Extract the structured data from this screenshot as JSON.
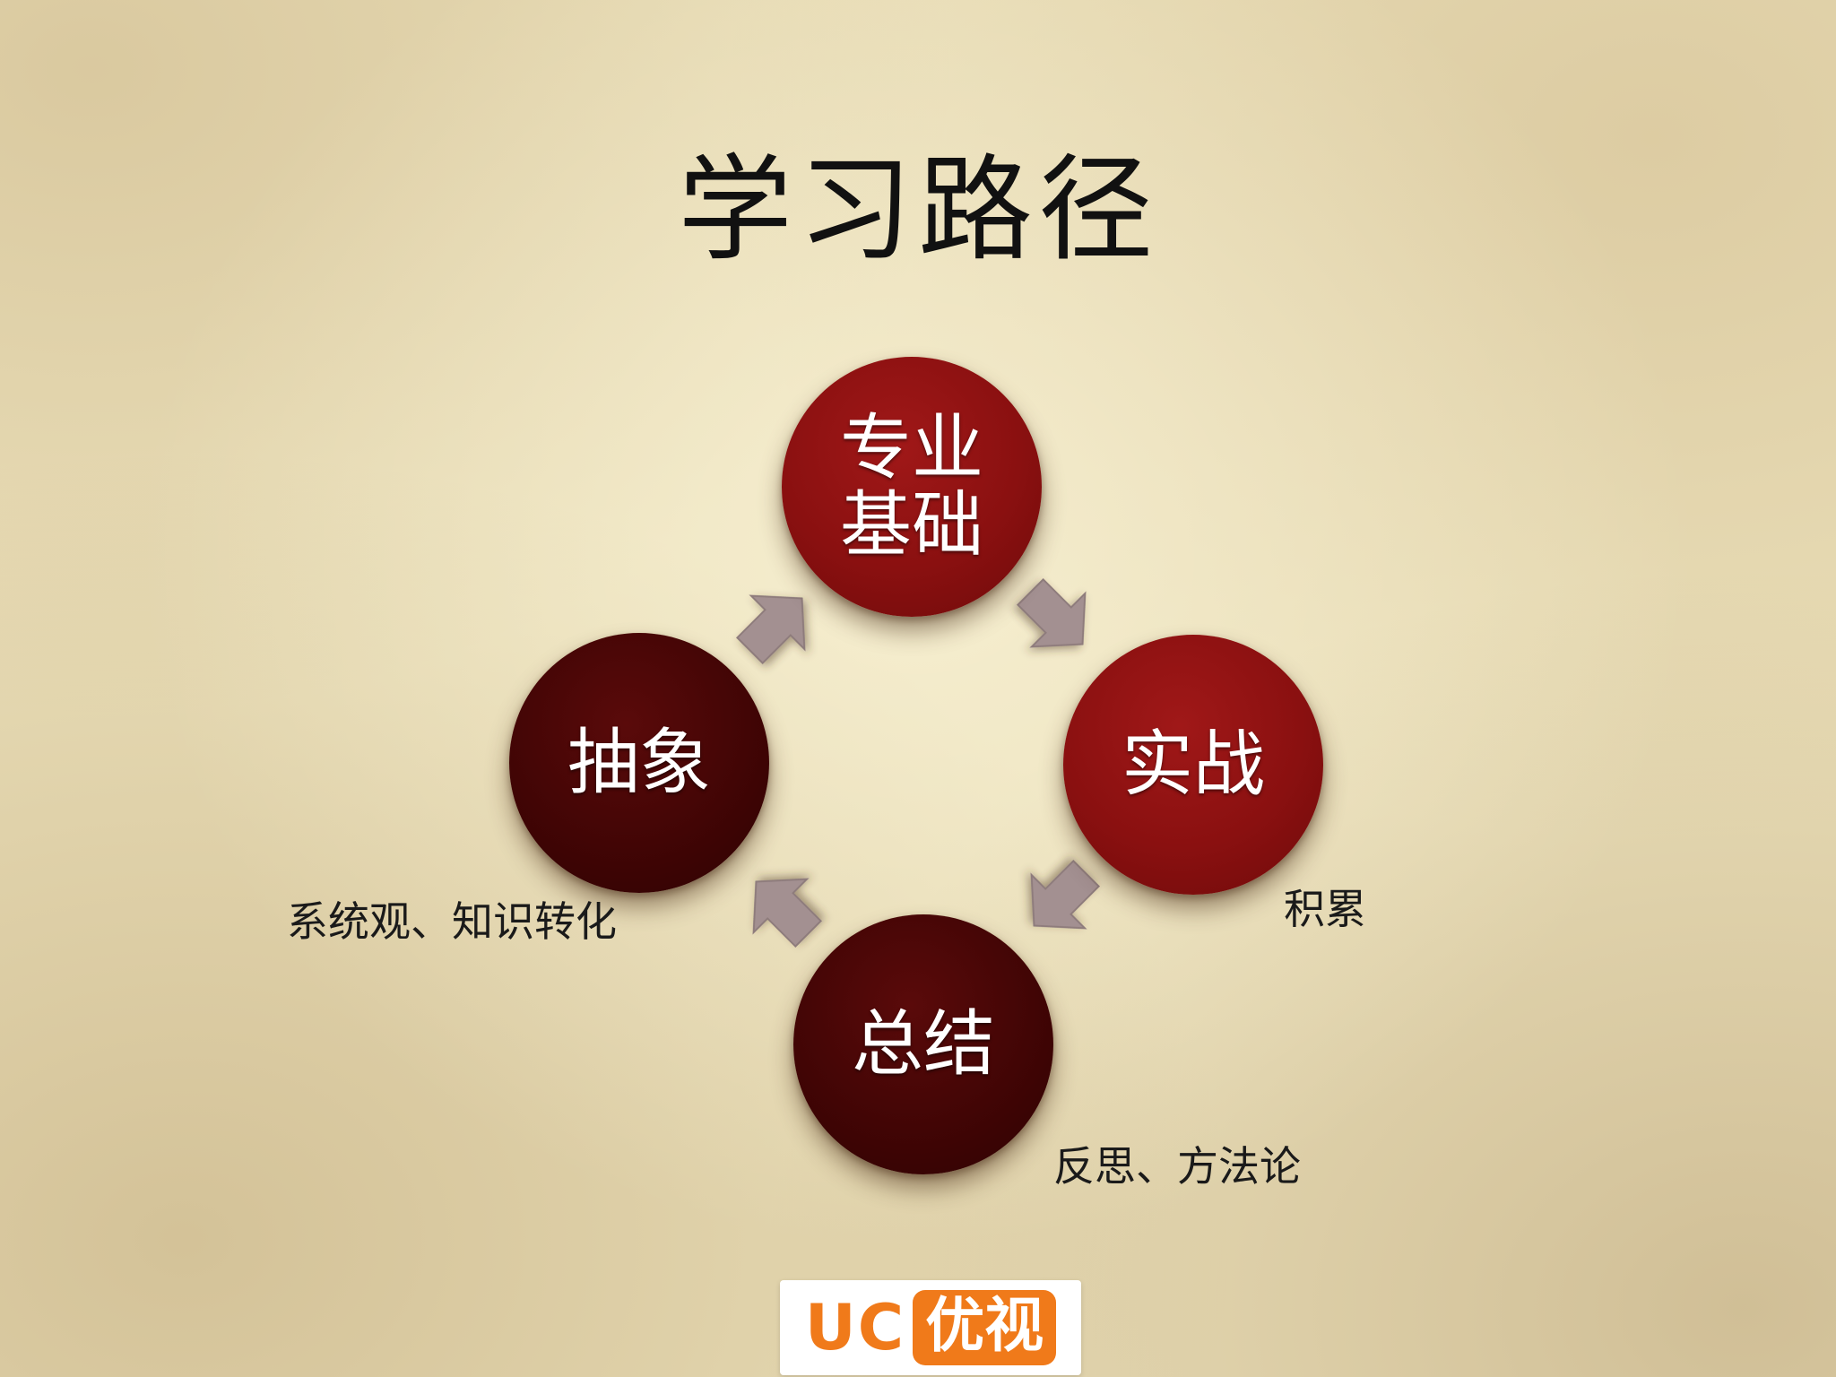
{
  "title": "学习路径",
  "nodes": {
    "top": "专业\n基础",
    "right": "实战",
    "bottom": "总结",
    "left": "抽象"
  },
  "notes": {
    "left": "系统观、知识转化",
    "right": "积累",
    "bottom": "反思、方法论"
  },
  "logo": {
    "uc": "UC",
    "tag": "优视"
  },
  "colors": {
    "node_red": "#8a1010",
    "node_dark": "#420505",
    "arrow": "#a39091",
    "logo_orange": "#f07a1a"
  }
}
